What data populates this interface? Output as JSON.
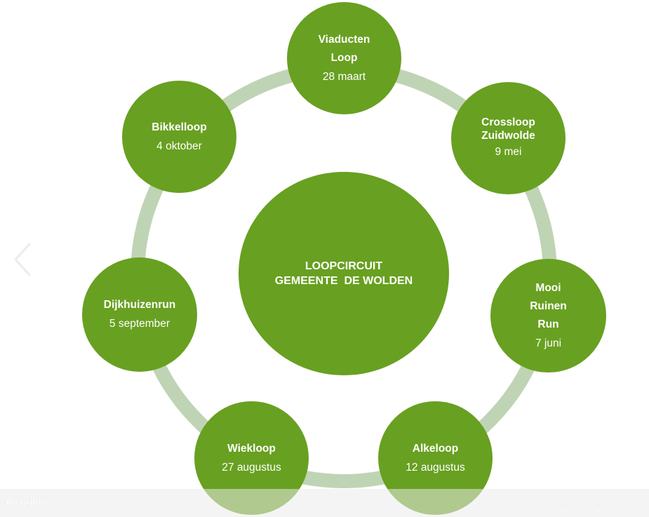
{
  "diagram": {
    "center": {
      "line1": "LOOPCIRCUIT",
      "line2": "GEMEENTE  DE WOLDEN"
    },
    "events": [
      {
        "title": "Viaducten Loop",
        "title_lines": [
          "Viaducten",
          "Loop"
        ],
        "date": "28 maart"
      },
      {
        "title": "Crossloop Zuidwolde",
        "title_lines": [
          "Crossloop",
          "Zuidwolde"
        ],
        "date": "9 mei"
      },
      {
        "title": "Mooi Ruinen Run",
        "title_lines": [
          "Mooi",
          "Ruinen",
          "Run"
        ],
        "date": "7 juni"
      },
      {
        "title": "Alkeloop",
        "title_lines": [
          "Alkeloop"
        ],
        "date": "12 augustus"
      },
      {
        "title": "Wiekloop",
        "title_lines": [
          "Wiekloop"
        ],
        "date": "27 augustus"
      },
      {
        "title": "Dijkhuizenrun",
        "title_lines": [
          "Dijkhuizenrun"
        ],
        "date": "5 september"
      },
      {
        "title": "Bikkelloop",
        "title_lines": [
          "Bikkelloop"
        ],
        "date": "4 oktober"
      }
    ],
    "colors": {
      "node_fill": "#68a021",
      "ring": "#bfd4b4",
      "text": "#ffffff"
    }
  },
  "viewer": {
    "album_label": "Profielfoto's",
    "counter": "2 van 9",
    "actions": [
      "Opties",
      "Delen",
      "Vind"
    ],
    "prev_icon": "chevron-left-icon"
  }
}
